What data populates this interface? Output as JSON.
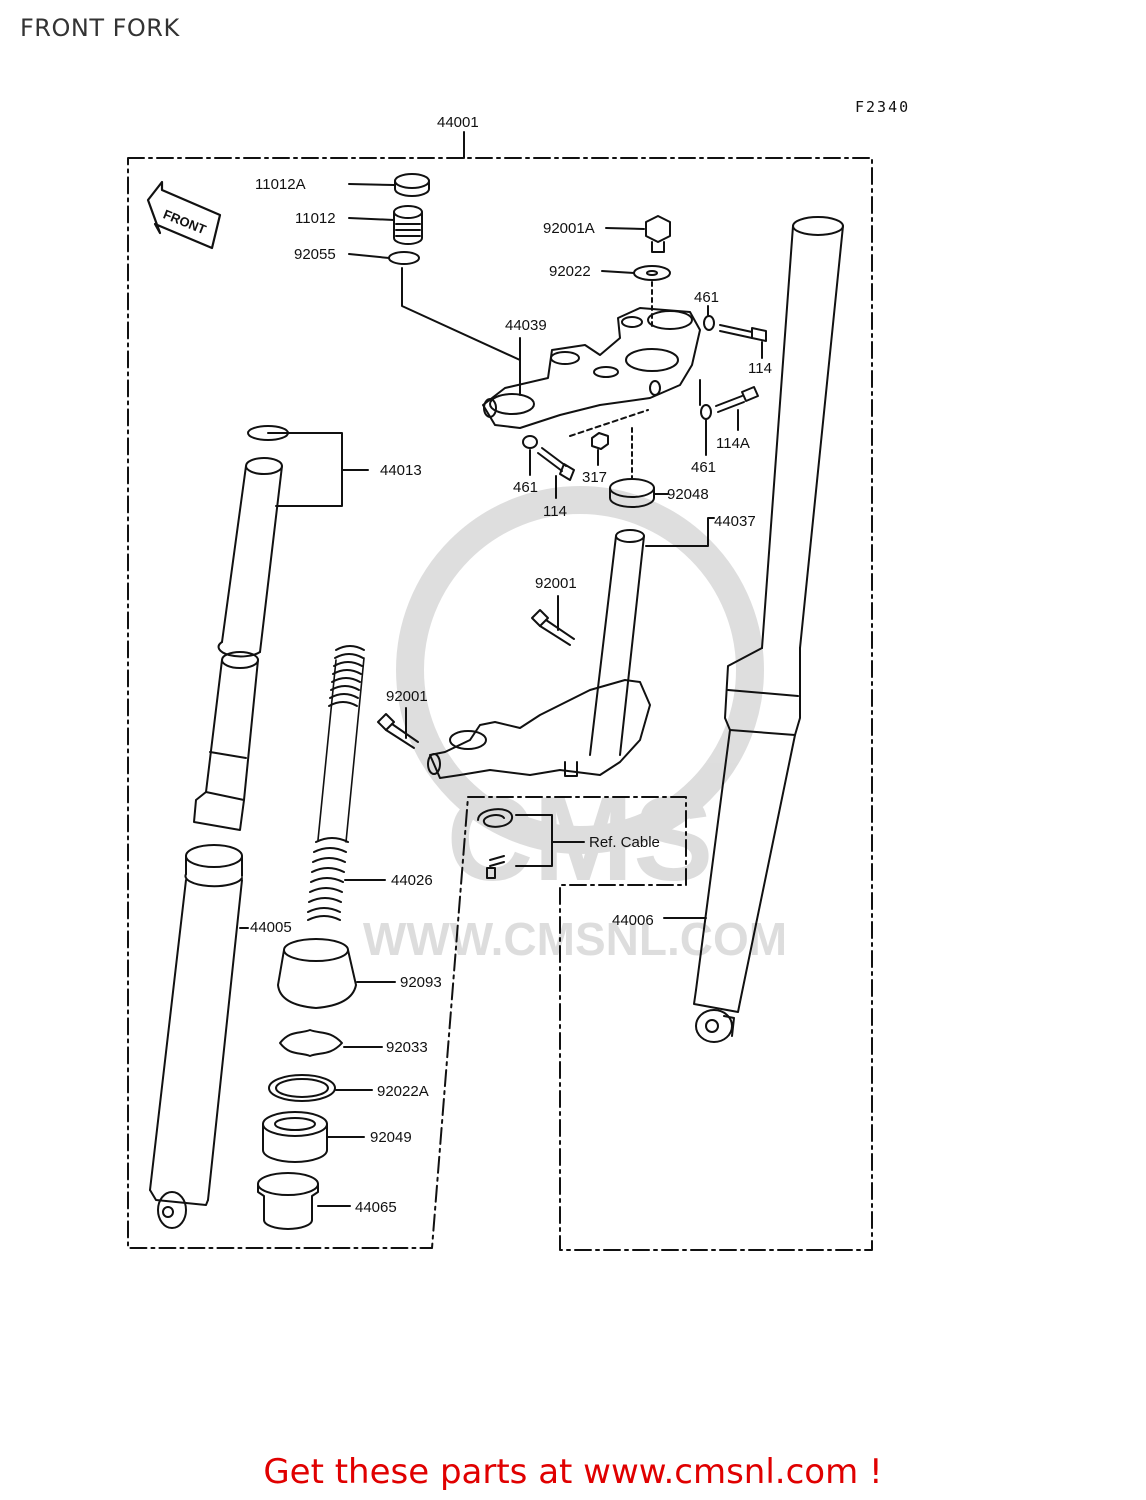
{
  "page": {
    "title": "FRONT FORK",
    "figure_code": "F2340",
    "front_badge": "FRONT",
    "footer_text": "Get these parts at www.cmsnl.com !"
  },
  "watermark": {
    "brand": "CMS",
    "url": "WWW.CMSNL.COM"
  },
  "labels": {
    "p44001": "44001",
    "p11012A": "11012A",
    "p11012": "11012",
    "p92055": "92055",
    "p92001A": "92001A",
    "p92022": "92022",
    "p461a": "461",
    "p461b": "461",
    "p461c": "461",
    "p114a": "114",
    "p114b": "114",
    "p114A": "114A",
    "p44039": "44039",
    "p317": "317",
    "p92048": "92048",
    "p44037": "44037",
    "p44013": "44013",
    "p92001a": "92001",
    "p92001b": "92001",
    "p44026": "44026",
    "p44005": "44005",
    "p92093": "92093",
    "p92033": "92033",
    "p92022A": "92022A",
    "p92049": "92049",
    "p44065": "44065",
    "p44006": "44006",
    "refcable": "Ref. Cable"
  }
}
